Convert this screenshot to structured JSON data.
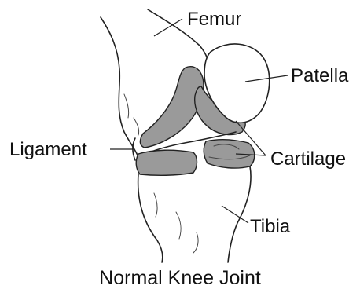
{
  "diagram": {
    "labels": {
      "femur": "Femur",
      "patella": "Patella",
      "ligament": "Ligament",
      "cartilage": "Cartilage",
      "tibia": "Tibia"
    },
    "caption": "Normal Knee Joint"
  }
}
